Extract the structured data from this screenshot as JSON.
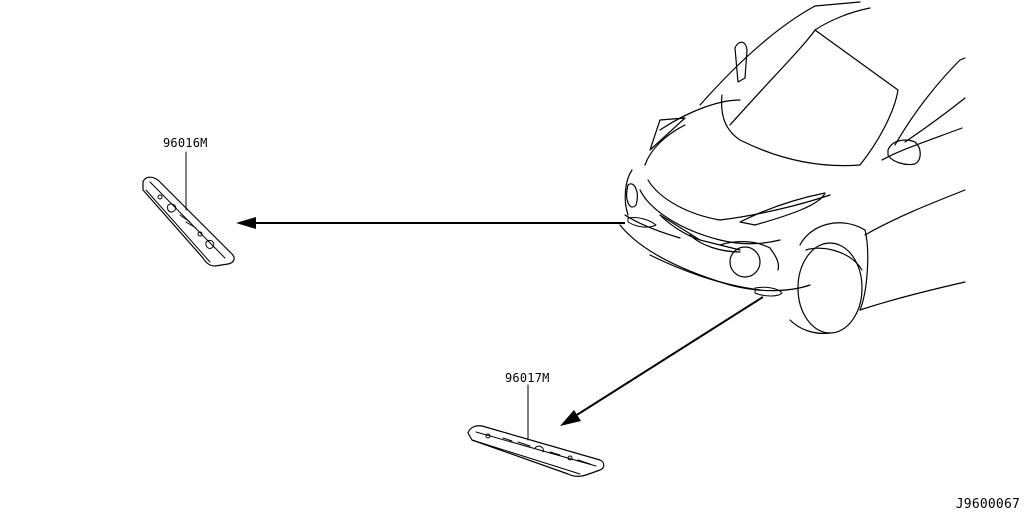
{
  "diagram": {
    "parts": [
      {
        "id": "rear-emblem",
        "label": "96016M"
      },
      {
        "id": "front-emblem",
        "label": "96017M"
      }
    ],
    "drawing_code": "J9600067"
  }
}
